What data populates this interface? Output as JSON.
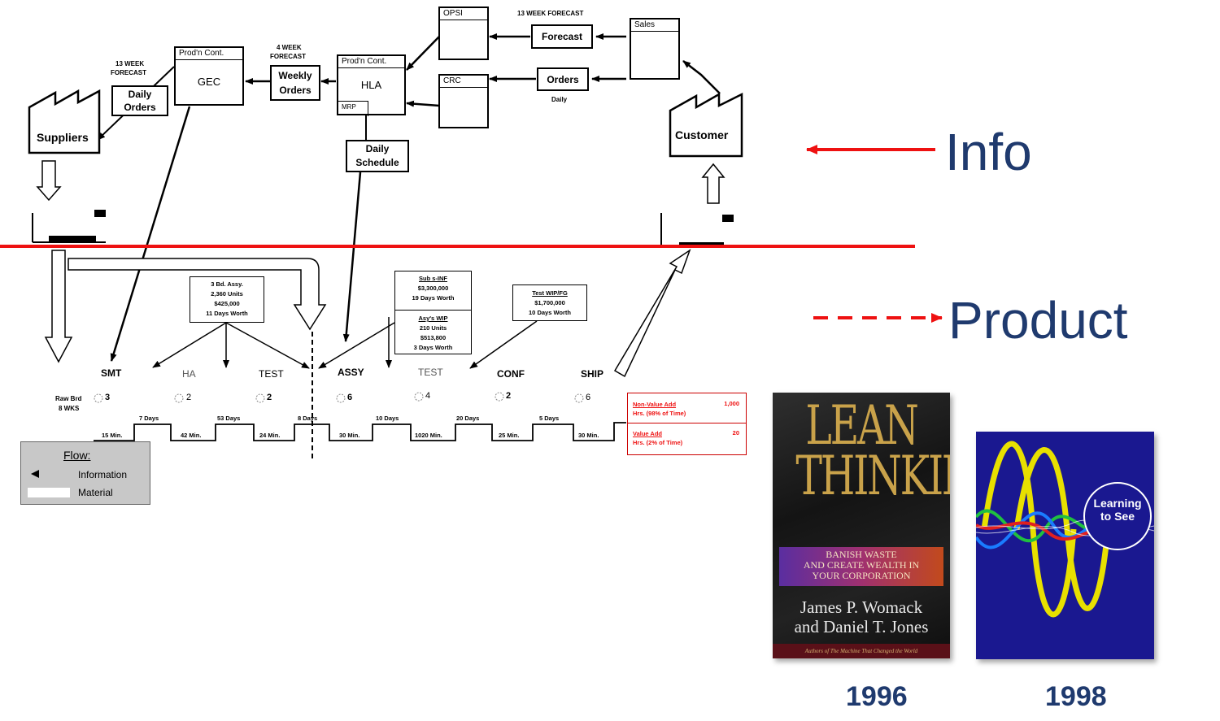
{
  "legend_info": "Info",
  "legend_product": "Product",
  "years": [
    "1996",
    "1998"
  ],
  "vsm": {
    "suppliers": "Suppliers",
    "customer": "Customer",
    "opsi": "OPSI",
    "crc": "CRC",
    "sales": "Sales",
    "forecast": "Forecast",
    "orders": "Orders",
    "daily": "Daily",
    "forecast_13_right": "13 WEEK FORECAST",
    "forecast_13_left": [
      "13 WEEK",
      "FORECAST"
    ],
    "forecast_4": [
      "4 WEEK",
      "FORECAST"
    ],
    "prodn_cont": "Prod'n Cont.",
    "gec": "GEC",
    "hla": "HLA",
    "mrp": "MRP",
    "weekly_orders": [
      "Weekly",
      "Orders"
    ],
    "daily_orders": [
      "Daily",
      "Orders"
    ],
    "daily_schedule": [
      "Daily",
      "Schedule"
    ],
    "processes": [
      "SMT",
      "HA",
      "TEST",
      "ASSY",
      "TEST",
      "CONF",
      "SHIP"
    ],
    "inventory": [
      "3",
      "2",
      "2",
      "6",
      "4",
      "2",
      "6"
    ],
    "raw_brd": [
      "Raw Brd",
      "8 WKS"
    ],
    "wait_days": [
      "7 Days",
      "53 Days",
      "8 Days",
      "10 Days",
      "20 Days",
      "5 Days"
    ],
    "cycle_times": [
      "15 Min.",
      "42 Min.",
      "24 Min.",
      "30 Min.",
      "1020 Min.",
      "25 Min.",
      "30 Min."
    ],
    "note_asy": [
      "3 Bd. Assy.",
      "2,360 Units",
      "$425,000",
      "11 Days Worth"
    ],
    "note_sub": [
      "Sub s-INF",
      "$3,300,000",
      "19 Days Worth"
    ],
    "note_asys": [
      "Asy's WIP",
      "210 Units",
      "$513,800",
      "3 Days Worth"
    ],
    "note_test": [
      "Test WIP/FG",
      "$1,700,000",
      "10 Days Worth"
    ],
    "summary": {
      "nva_label": [
        "Non-Value Add",
        "Hrs. (98% of Time)"
      ],
      "nva_value": "1,000",
      "va_label": [
        "Value Add",
        "Hrs. (2% of Time)"
      ],
      "va_value": "20"
    },
    "flow_legend": {
      "title": "Flow:",
      "info": "Information",
      "material": "Material"
    }
  },
  "books": [
    {
      "title": [
        "LEAN",
        "THINKING"
      ],
      "subtitle": [
        "BANISH WASTE",
        "AND CREATE WEALTH IN",
        "YOUR CORPORATION"
      ],
      "authors": [
        "James P. Womack",
        "and Daniel T. Jones"
      ],
      "footer": "Authors of The Machine That Changed the World"
    },
    {
      "title": [
        "Learning",
        "to See"
      ]
    }
  ],
  "colors": {
    "info_arrow": "#ee1111",
    "legend_text": "#1f3a6e",
    "year_text": "#1f3a6e"
  }
}
